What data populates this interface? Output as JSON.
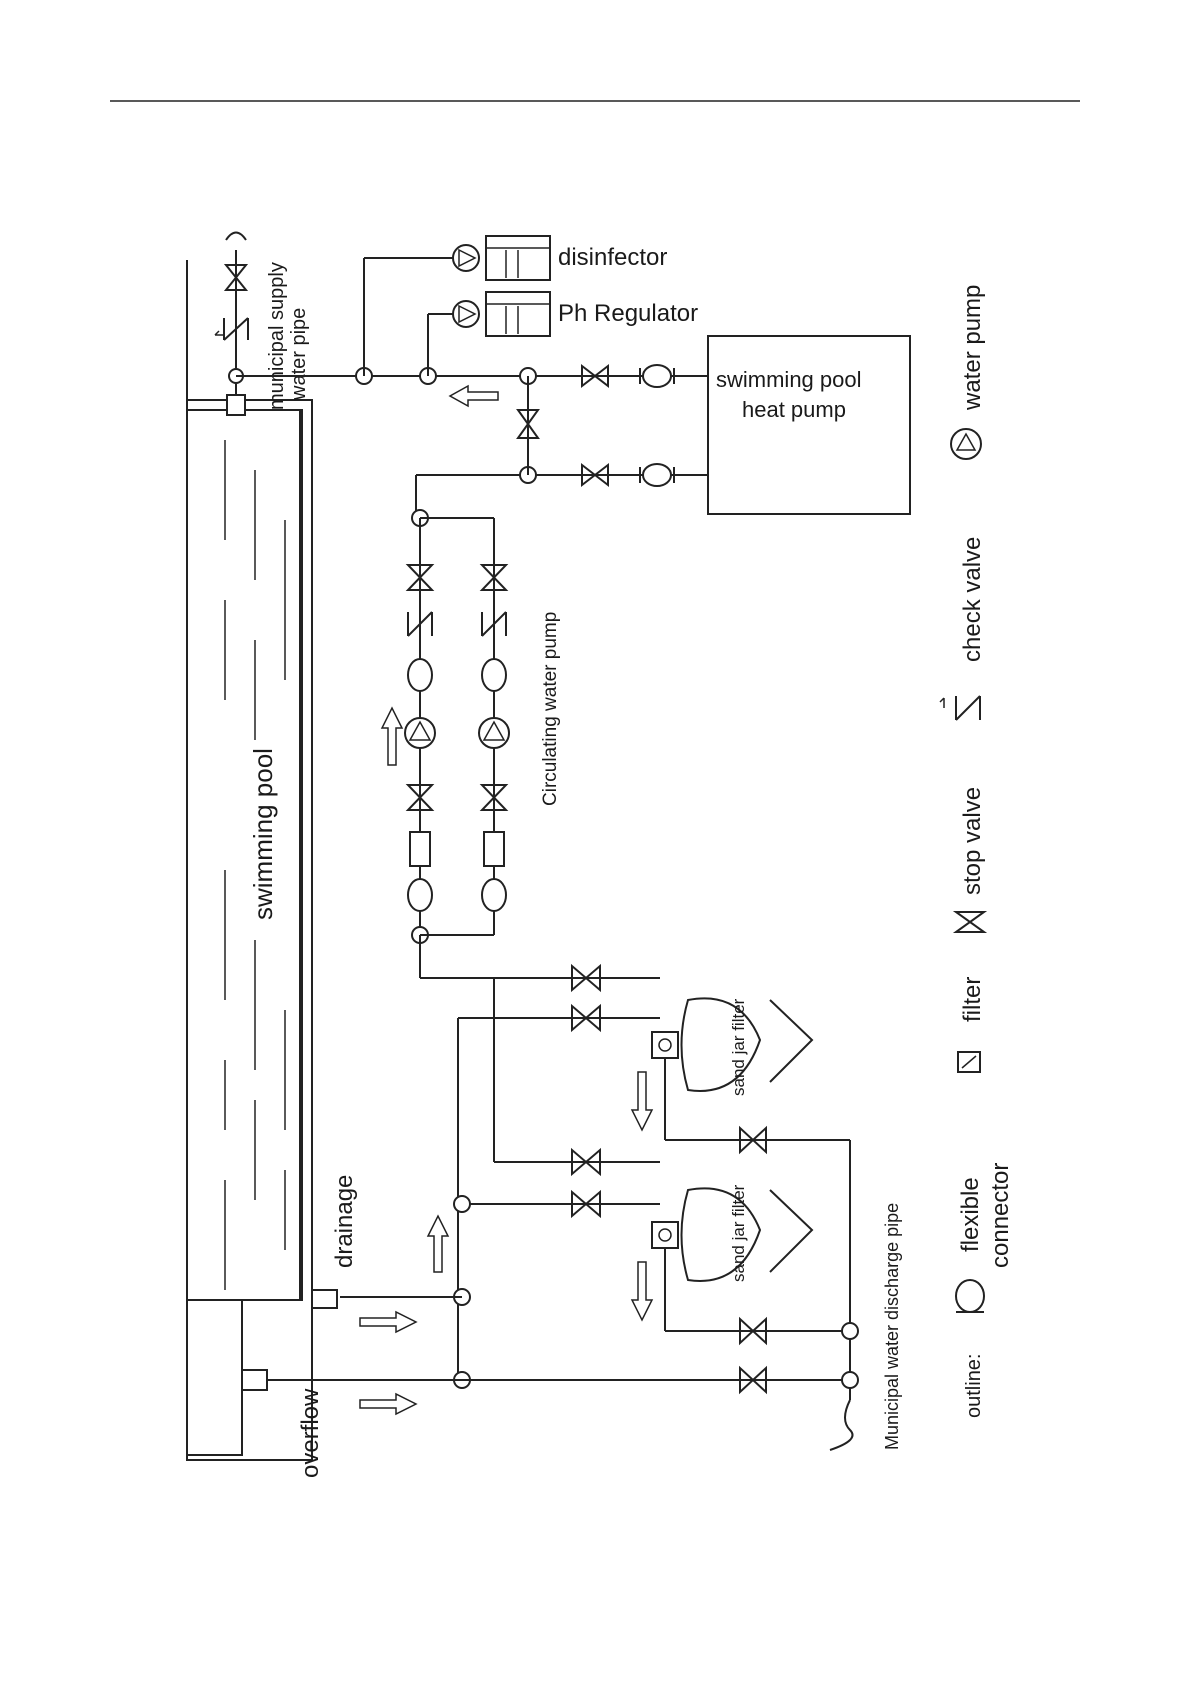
{
  "labels": {
    "swimming_pool": "swimming pool",
    "drainage": "drainage",
    "overflow": "overflow",
    "municipal_supply_line1": "municipal supply",
    "municipal_supply_line2": "water pipe",
    "disinfector": "disinfector",
    "ph_regulator": "Ph Regulator",
    "heat_pump_line1": "swimming pool",
    "heat_pump_line2": "heat pump",
    "circulating_pump": "Circulating water pump",
    "sand_jar_filter_1": "sand jar filter",
    "sand_jar_filter_2": "sand jar filter",
    "discharge_pipe": "Municipal water discharge pipe"
  },
  "legend": {
    "title": "outline:",
    "flexible_connector_line1": "flexible",
    "flexible_connector_line2": "connector",
    "filter": "filter",
    "stop_valve": "stop valve",
    "check_valve": "check valve",
    "water_pump": "water pump"
  }
}
